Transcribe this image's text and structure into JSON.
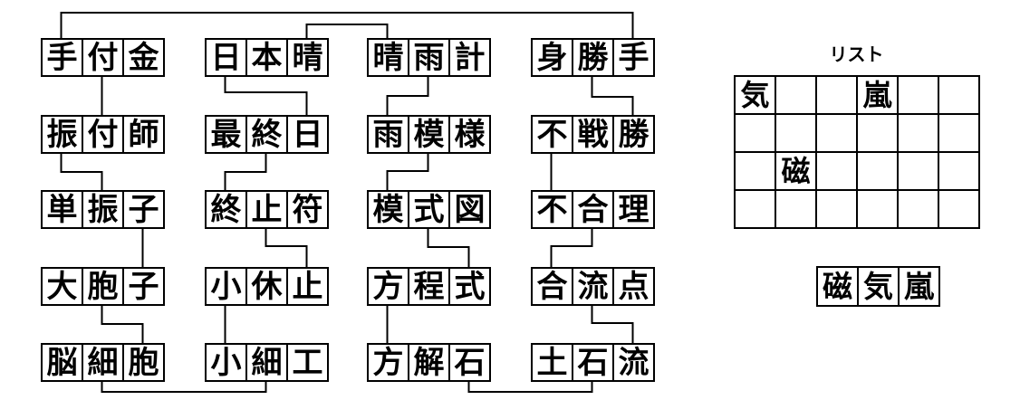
{
  "colors": {
    "line": "#000000",
    "background": "#ffffff",
    "text": "#000000"
  },
  "words": [
    {
      "col": 0,
      "row": 0,
      "chars": [
        "手",
        "付",
        "金"
      ]
    },
    {
      "col": 0,
      "row": 1,
      "chars": [
        "振",
        "付",
        "師"
      ]
    },
    {
      "col": 0,
      "row": 2,
      "chars": [
        "単",
        "振",
        "子"
      ]
    },
    {
      "col": 0,
      "row": 3,
      "chars": [
        "大",
        "胞",
        "子"
      ]
    },
    {
      "col": 0,
      "row": 4,
      "chars": [
        "脳",
        "細",
        "胞"
      ]
    },
    {
      "col": 1,
      "row": 0,
      "chars": [
        "日",
        "本",
        "晴"
      ]
    },
    {
      "col": 1,
      "row": 1,
      "chars": [
        "最",
        "終",
        "日"
      ]
    },
    {
      "col": 1,
      "row": 2,
      "chars": [
        "終",
        "止",
        "符"
      ]
    },
    {
      "col": 1,
      "row": 3,
      "chars": [
        "小",
        "休",
        "止"
      ]
    },
    {
      "col": 1,
      "row": 4,
      "chars": [
        "小",
        "細",
        "工"
      ]
    },
    {
      "col": 2,
      "row": 0,
      "chars": [
        "晴",
        "雨",
        "計"
      ]
    },
    {
      "col": 2,
      "row": 1,
      "chars": [
        "雨",
        "模",
        "様"
      ]
    },
    {
      "col": 2,
      "row": 2,
      "chars": [
        "模",
        "式",
        "図"
      ]
    },
    {
      "col": 2,
      "row": 3,
      "chars": [
        "方",
        "程",
        "式"
      ]
    },
    {
      "col": 2,
      "row": 4,
      "chars": [
        "方",
        "解",
        "石"
      ]
    },
    {
      "col": 3,
      "row": 0,
      "chars": [
        "身",
        "勝",
        "手"
      ]
    },
    {
      "col": 3,
      "row": 1,
      "chars": [
        "不",
        "戦",
        "勝"
      ]
    },
    {
      "col": 3,
      "row": 2,
      "chars": [
        "不",
        "合",
        "理"
      ]
    },
    {
      "col": 3,
      "row": 3,
      "chars": [
        "合",
        "流",
        "点"
      ]
    },
    {
      "col": 3,
      "row": 4,
      "chars": [
        "土",
        "石",
        "流"
      ]
    }
  ],
  "connections": [
    {
      "shared_char": "手",
      "route": "top",
      "rail": 14,
      "from": {
        "col": 0,
        "row": 0,
        "cell": 0
      },
      "to": {
        "col": 3,
        "row": 0,
        "cell": 2
      }
    },
    {
      "shared_char": "晴",
      "route": "top",
      "rail": 27,
      "from": {
        "col": 1,
        "row": 0,
        "cell": 2
      },
      "to": {
        "col": 2,
        "row": 0,
        "cell": 0
      }
    },
    {
      "shared_char": "付",
      "route": "down",
      "rail": 105,
      "from": {
        "col": 0,
        "row": 0,
        "cell": 1
      },
      "to": {
        "col": 0,
        "row": 1,
        "cell": 1
      }
    },
    {
      "shared_char": "日",
      "route": "down",
      "rail": 102,
      "from": {
        "col": 1,
        "row": 0,
        "cell": 0
      },
      "to": {
        "col": 1,
        "row": 1,
        "cell": 2
      }
    },
    {
      "shared_char": "雨",
      "route": "down",
      "rail": 106,
      "from": {
        "col": 2,
        "row": 0,
        "cell": 1
      },
      "to": {
        "col": 2,
        "row": 1,
        "cell": 0
      }
    },
    {
      "shared_char": "勝",
      "route": "down",
      "rail": 107,
      "from": {
        "col": 3,
        "row": 0,
        "cell": 1
      },
      "to": {
        "col": 3,
        "row": 1,
        "cell": 2
      }
    },
    {
      "shared_char": "振",
      "route": "down",
      "rail": 190,
      "from": {
        "col": 0,
        "row": 1,
        "cell": 0
      },
      "to": {
        "col": 0,
        "row": 2,
        "cell": 1
      }
    },
    {
      "shared_char": "終",
      "route": "down",
      "rail": 190,
      "from": {
        "col": 1,
        "row": 1,
        "cell": 1
      },
      "to": {
        "col": 1,
        "row": 2,
        "cell": 0
      }
    },
    {
      "shared_char": "模",
      "route": "down",
      "rail": 189,
      "from": {
        "col": 2,
        "row": 1,
        "cell": 1
      },
      "to": {
        "col": 2,
        "row": 2,
        "cell": 0
      }
    },
    {
      "shared_char": "不",
      "route": "down",
      "rail": 190,
      "from": {
        "col": 3,
        "row": 1,
        "cell": 0
      },
      "to": {
        "col": 3,
        "row": 2,
        "cell": 0
      }
    },
    {
      "shared_char": "子",
      "route": "down",
      "rail": 273,
      "from": {
        "col": 0,
        "row": 2,
        "cell": 2
      },
      "to": {
        "col": 0,
        "row": 3,
        "cell": 2
      }
    },
    {
      "shared_char": "止",
      "route": "down",
      "rail": 272,
      "from": {
        "col": 1,
        "row": 2,
        "cell": 1
      },
      "to": {
        "col": 1,
        "row": 3,
        "cell": 2
      }
    },
    {
      "shared_char": "式",
      "route": "down",
      "rail": 273,
      "from": {
        "col": 2,
        "row": 2,
        "cell": 1
      },
      "to": {
        "col": 2,
        "row": 3,
        "cell": 2
      }
    },
    {
      "shared_char": "合",
      "route": "down",
      "rail": 272,
      "from": {
        "col": 3,
        "row": 2,
        "cell": 1
      },
      "to": {
        "col": 3,
        "row": 3,
        "cell": 0
      }
    },
    {
      "shared_char": "胞",
      "route": "down",
      "rail": 358,
      "from": {
        "col": 0,
        "row": 3,
        "cell": 1
      },
      "to": {
        "col": 0,
        "row": 4,
        "cell": 2
      }
    },
    {
      "shared_char": "小",
      "route": "down",
      "rail": 358,
      "from": {
        "col": 1,
        "row": 3,
        "cell": 0
      },
      "to": {
        "col": 1,
        "row": 4,
        "cell": 0
      }
    },
    {
      "shared_char": "方",
      "route": "down",
      "rail": 358,
      "from": {
        "col": 2,
        "row": 3,
        "cell": 0
      },
      "to": {
        "col": 2,
        "row": 4,
        "cell": 0
      }
    },
    {
      "shared_char": "流",
      "route": "down",
      "rail": 357,
      "from": {
        "col": 3,
        "row": 3,
        "cell": 1
      },
      "to": {
        "col": 3,
        "row": 4,
        "cell": 2
      }
    },
    {
      "shared_char": "細",
      "route": "bottom",
      "rail": 433,
      "from": {
        "col": 0,
        "row": 4,
        "cell": 1
      },
      "to": {
        "col": 1,
        "row": 4,
        "cell": 1
      }
    },
    {
      "shared_char": "石",
      "route": "bottom",
      "rail": 433,
      "from": {
        "col": 2,
        "row": 4,
        "cell": 2
      },
      "to": {
        "col": 3,
        "row": 4,
        "cell": 1
      }
    }
  ],
  "list_panel": {
    "title": "リスト",
    "columns": 6,
    "rows": 4,
    "filled_cells": [
      {
        "row": 0,
        "col": 0,
        "char": "気"
      },
      {
        "row": 0,
        "col": 3,
        "char": "嵐"
      },
      {
        "row": 2,
        "col": 1,
        "char": "磁"
      }
    ]
  },
  "answer": {
    "chars": [
      "磁",
      "気",
      "嵐"
    ]
  }
}
